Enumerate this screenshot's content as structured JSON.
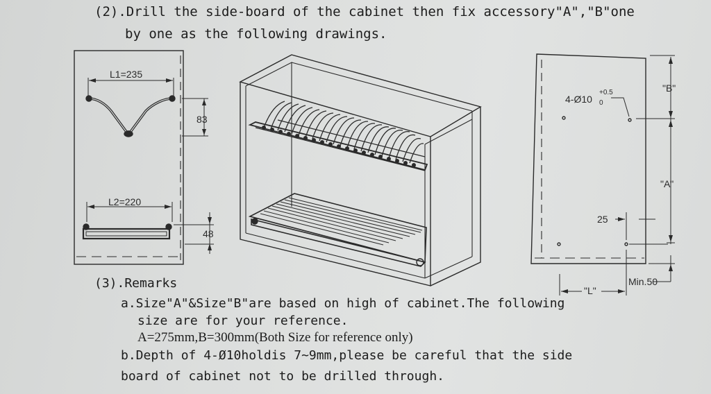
{
  "step2": {
    "line1": "(2).Drill the side-board of the cabinet then fix accessory\"A\",\"B\"one",
    "line2": "by one as the following drawings."
  },
  "left_drawing": {
    "l1_label": "L1=235",
    "dim_83": "83",
    "l2_label": "L2=220",
    "dim_48": "48"
  },
  "right_drawing": {
    "hole_spec": "4-Ø10",
    "hole_tol_upper": "+0.5",
    "hole_tol_lower": "0",
    "label_b": "\"B\"",
    "label_a": "\"A\"",
    "dim_25": "25",
    "label_l": "\"L\"",
    "min_label": "Min.50"
  },
  "remarks": {
    "heading": "(3).Remarks",
    "a_line1": "a.Size\"A\"&Size\"B\"are based on high of cabinet.The following",
    "a_line2": "size are for your reference.",
    "a_line3": "A=275mm,B=300mm(Both Size for reference only)",
    "b_line1": "b.Depth of 4-Ø10holdis 7~9mm,please be careful that the side",
    "b_line2": "board of cabinet not to be drilled through."
  }
}
